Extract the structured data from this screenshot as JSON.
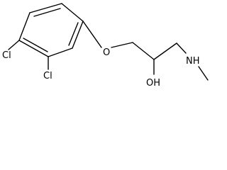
{
  "molecule": {
    "atom_labels": {
      "chlorine_upper": "Cl",
      "chlorine_lower": "Cl",
      "ether_oxygen": "O",
      "hydroxyl": "OH",
      "amine": "NH"
    }
  }
}
